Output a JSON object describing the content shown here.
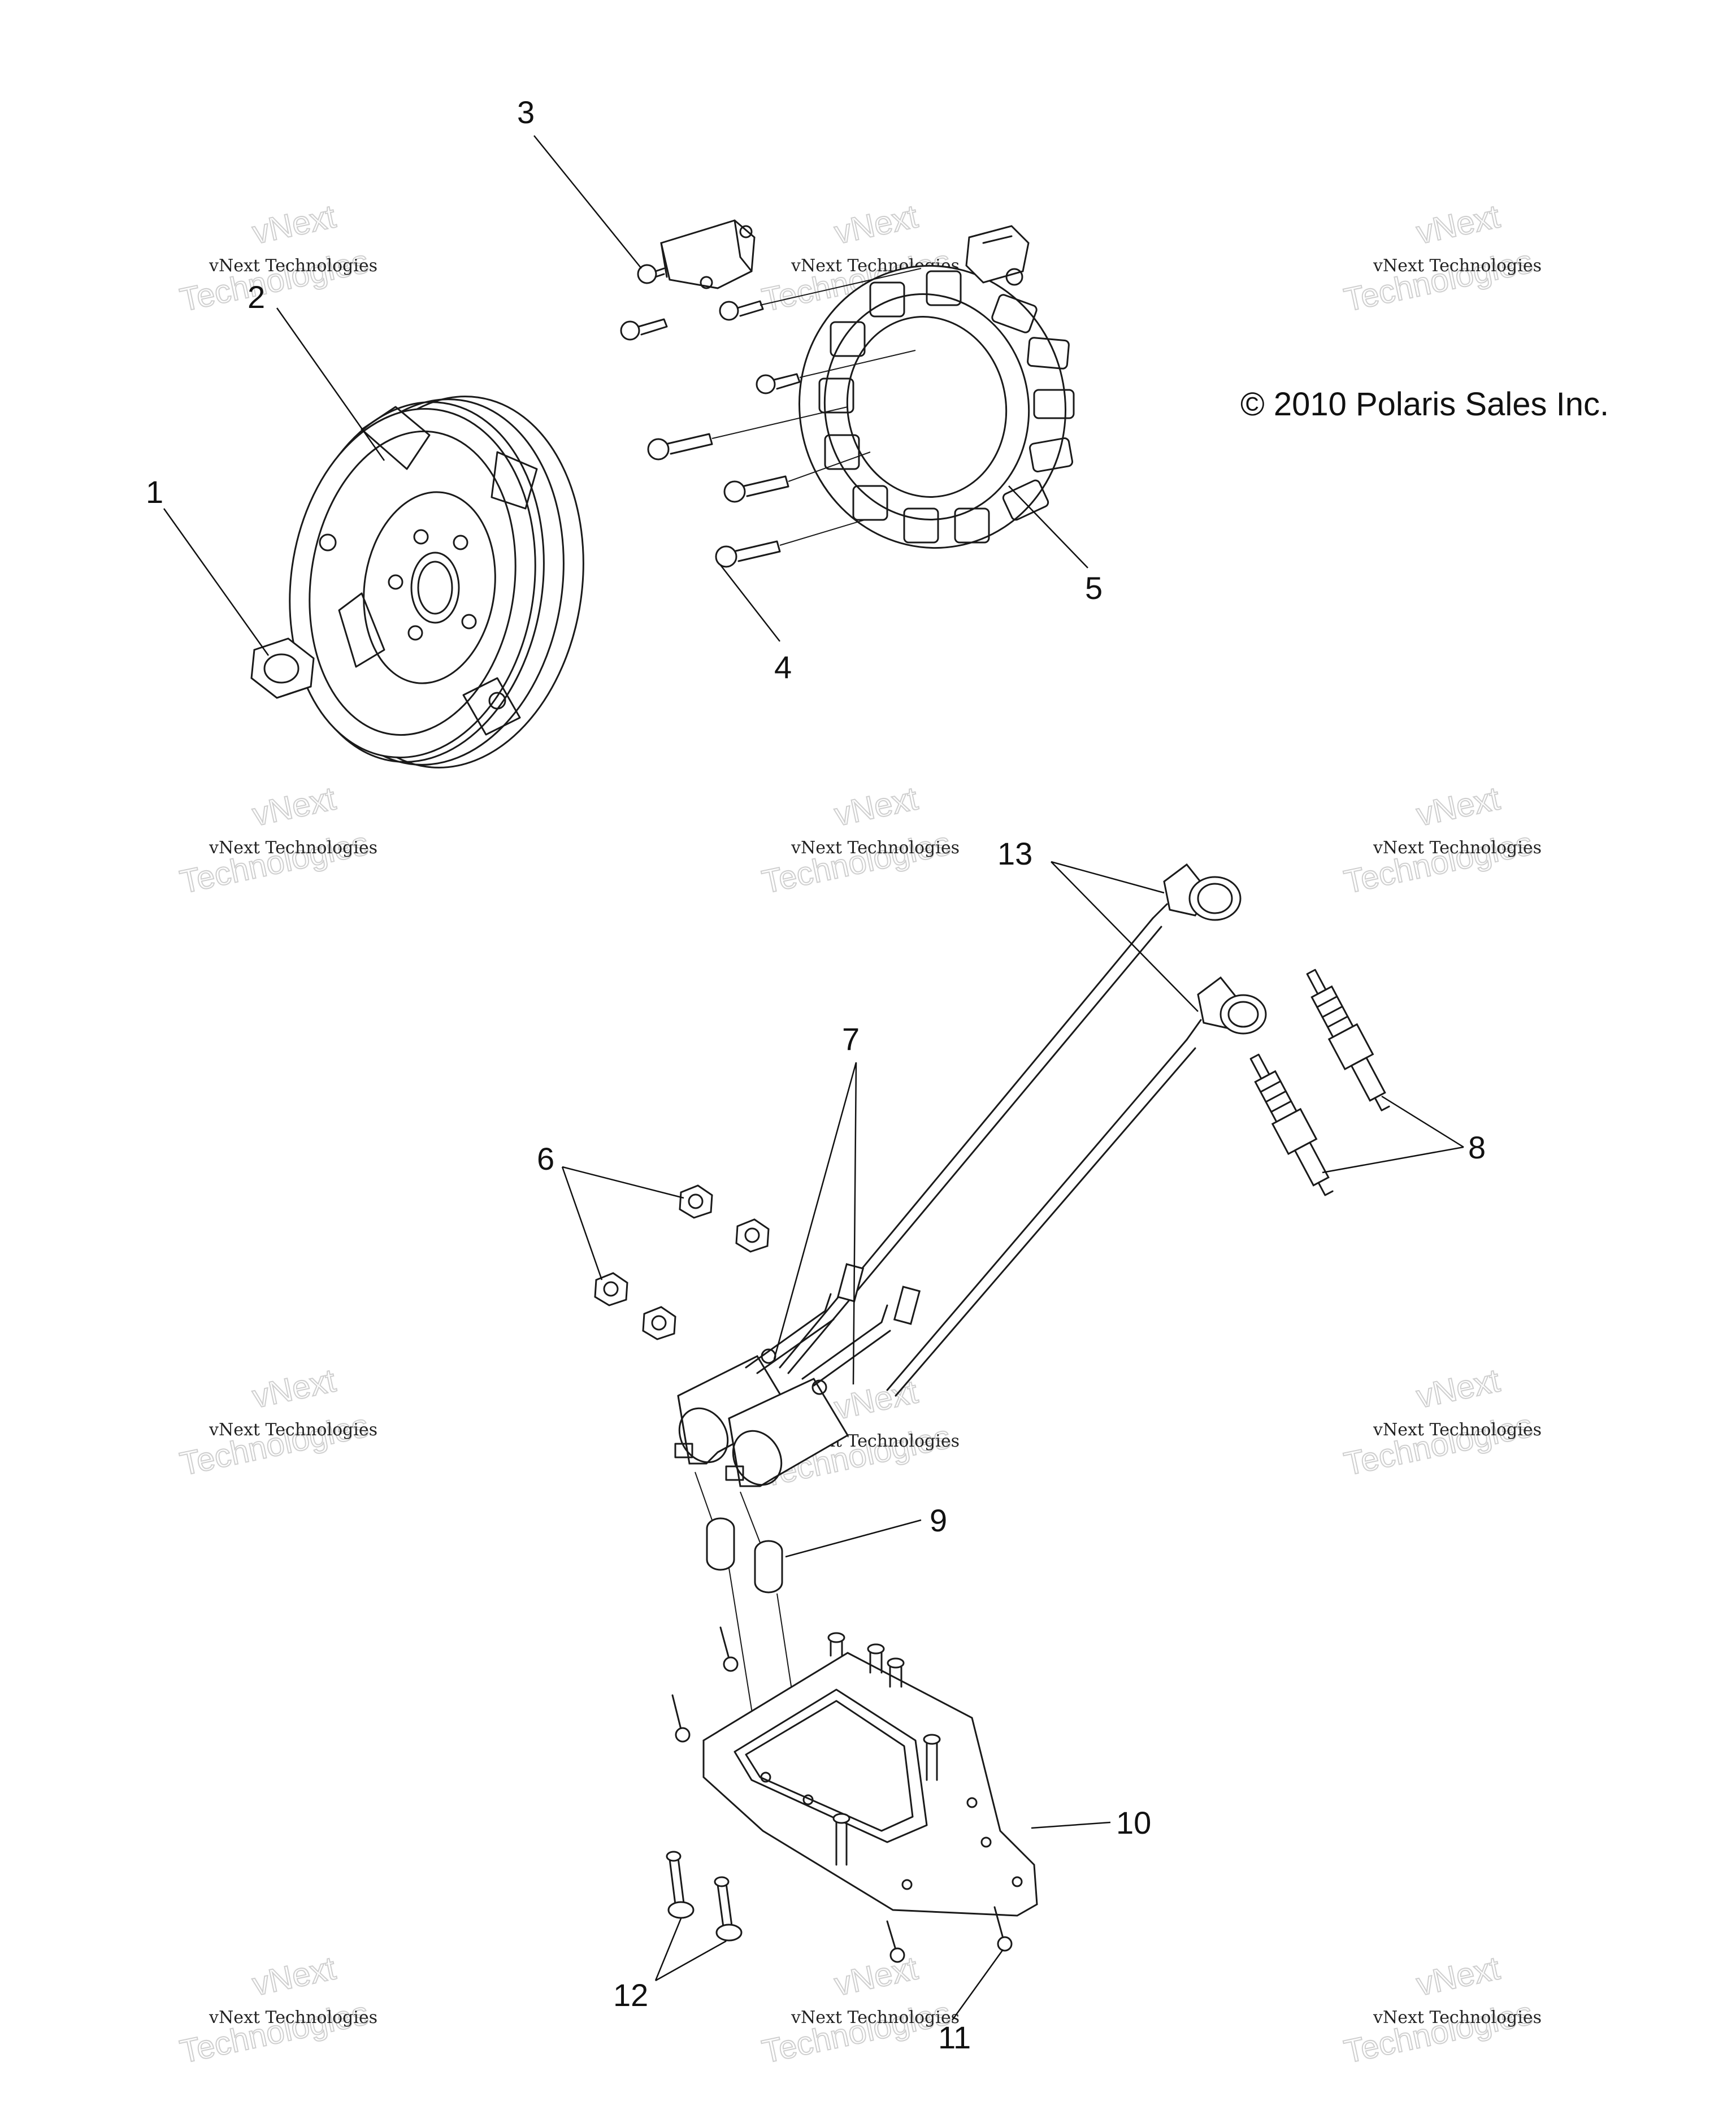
{
  "copyright": "© 2010 Polaris Sales Inc.",
  "watermark": {
    "line1": "vNext Technologies",
    "line2": "vNext",
    "line3": "Technologies"
  },
  "callouts": {
    "c1": "1",
    "c2": "2",
    "c3": "3",
    "c4": "4",
    "c5": "5",
    "c6": "6",
    "c7": "7",
    "c8": "8",
    "c9": "9",
    "c10": "10",
    "c11": "11",
    "c12": "12",
    "c13": "13"
  }
}
